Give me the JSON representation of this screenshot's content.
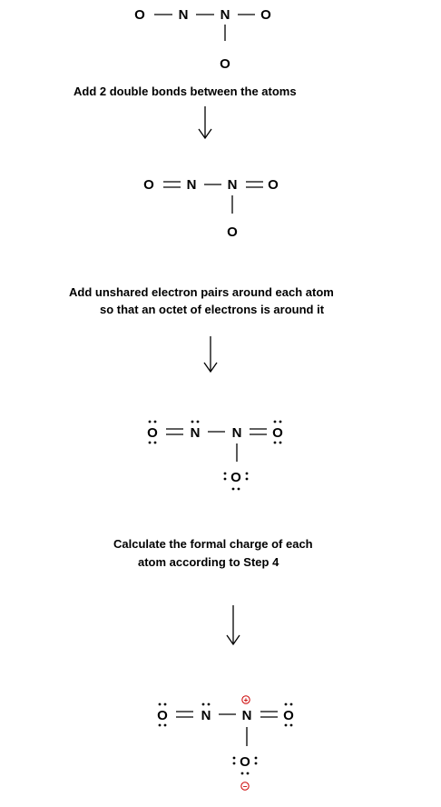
{
  "steps": [
    "Add 2 double bonds between the atoms",
    "Add unshared electron pairs around each atom",
    "so that an octet of electrons is around it",
    "Calculate the formal charge of each",
    "atom according to Step 4"
  ],
  "atoms": {
    "oxygen": "O",
    "nitrogen": "N"
  },
  "charges": {
    "positive": "+",
    "negative": "−",
    "color": "#cc0000"
  }
}
